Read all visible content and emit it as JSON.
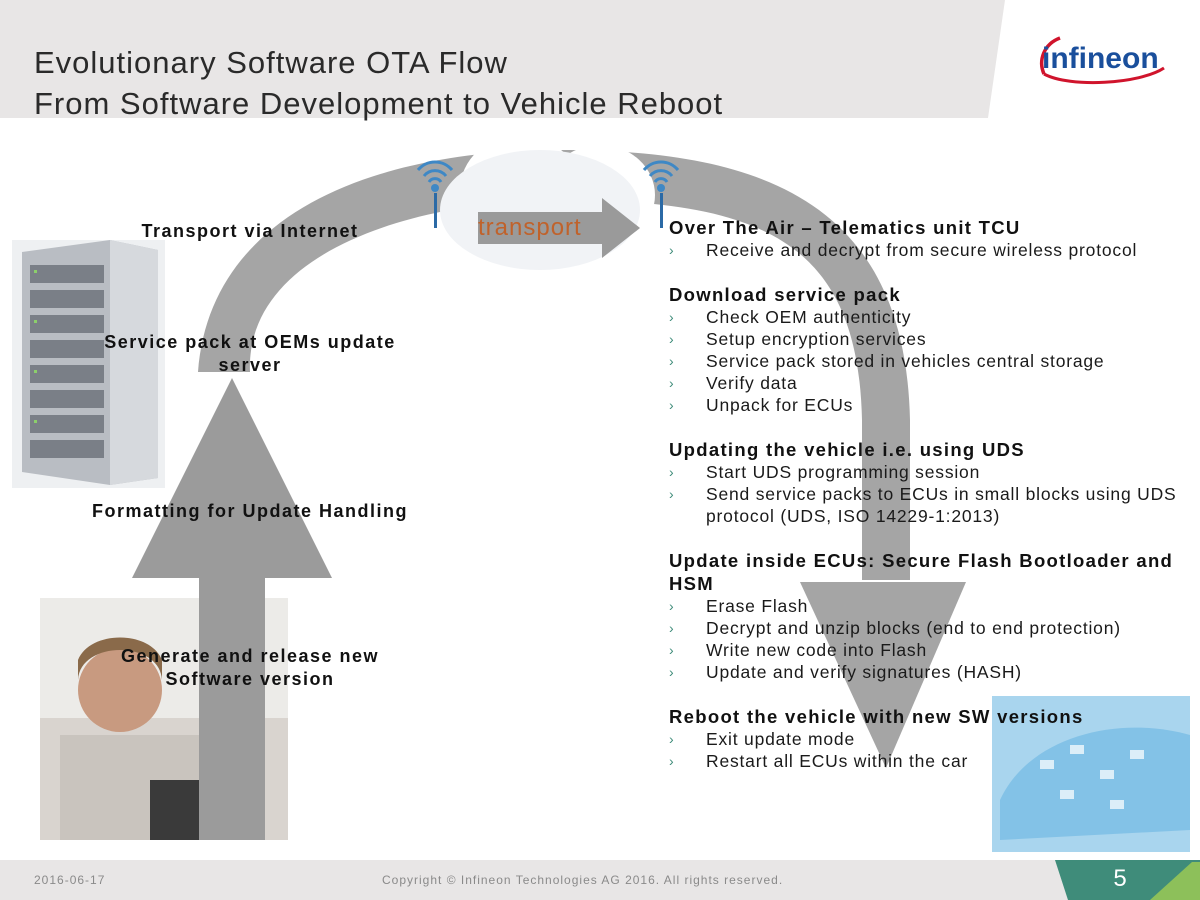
{
  "slide": {
    "title_line1": "Evolutionary Software OTA Flow",
    "title_line2": "From Software Development to Vehicle Reboot"
  },
  "logo": {
    "text": "infineon"
  },
  "left_labels": {
    "transport_internet": "Transport via Internet",
    "service_pack_line1": "Service pack at OEMs update",
    "service_pack_line2": "server",
    "formatting": "Formatting for Update Handling",
    "generate_line1": "Generate and release new",
    "generate_line2": "Software version"
  },
  "cloud": {
    "transport_label": "transport"
  },
  "sections": [
    {
      "title": "Over The Air – Telematics unit TCU",
      "items": [
        "Receive and decrypt from secure wireless protocol"
      ]
    },
    {
      "title": "Download service pack",
      "items": [
        "Check OEM authenticity",
        "Setup encryption services",
        "Service pack stored in vehicles central storage",
        "Verify data",
        "Unpack for ECUs"
      ]
    },
    {
      "title": "Updating the vehicle i.e. using UDS",
      "items": [
        "Start UDS programming session",
        "Send service packs to ECUs in small blocks using UDS protocol (UDS, ISO 14229-1:2013)"
      ]
    },
    {
      "title": "Update inside ECUs: Secure Flash Bootloader and HSM",
      "items": [
        "Erase Flash",
        "Decrypt and unzip blocks (end to end protection)",
        "Write new code into Flash",
        "Update and verify signatures (HASH)"
      ]
    },
    {
      "title": "Reboot the vehicle with new SW versions",
      "items": [
        "Exit update mode",
        "Restart all ECUs within the car"
      ]
    }
  ],
  "bullet_glyph": "›",
  "footer": {
    "date": "2016-06-17",
    "copyright": "Copyright © Infineon Technologies AG 2016. All rights reserved.",
    "page": "5"
  },
  "colors": {
    "accent_teal": "#3f8c7a",
    "arrow_gray": "#999999",
    "brand_blue": "#1a4f9c",
    "brand_red": "#d0142c",
    "transport_orange": "#c0622b"
  },
  "icons": [
    "server-rack-image",
    "wifi-antenna-icon",
    "cloud-icon",
    "developer-photo",
    "car-ecu-image"
  ]
}
